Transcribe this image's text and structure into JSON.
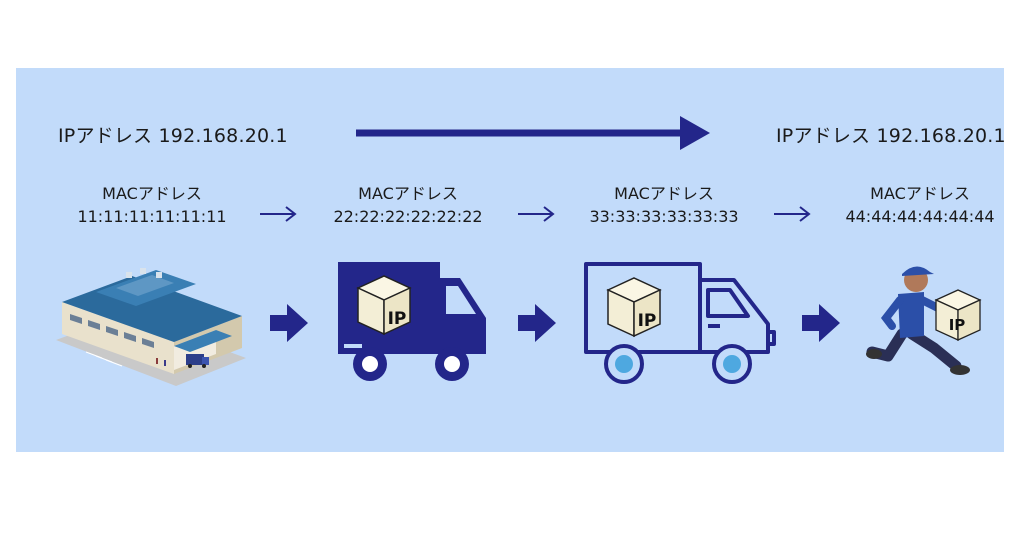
{
  "ip": {
    "source": "IPアドレス 192.168.20.1",
    "destination": "IPアドレス 192.168.20.1"
  },
  "hops": [
    {
      "label": "MACアドレス",
      "address": "11:11:11:11:11:11"
    },
    {
      "label": "MACアドレス",
      "address": "22:22:22:22:22:22"
    },
    {
      "label": "MACアドレス",
      "address": "33:33:33:33:33:33"
    },
    {
      "label": "MACアドレス",
      "address": "44:44:44:44:44:44"
    }
  ],
  "package_label": "IP",
  "colors": {
    "panel": "#c2dbfa",
    "navy": "#23268a",
    "box": "#f3eed6",
    "wheel_light": "#4ea8e0"
  },
  "icons": [
    "warehouse-icon",
    "truck-filled-icon",
    "truck-outline-icon",
    "delivery-person-icon"
  ]
}
